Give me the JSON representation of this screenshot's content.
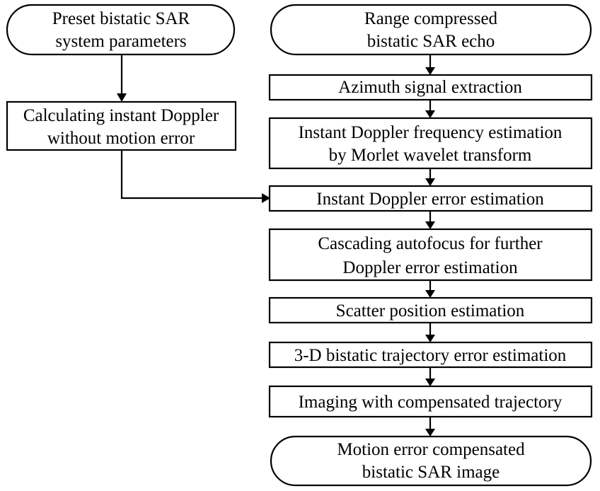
{
  "nodes": [
    {
      "id": "preset",
      "lines": [
        "Preset bistatic SAR",
        "system parameters"
      ]
    },
    {
      "id": "calc-instant",
      "lines": [
        "Calculating instant Doppler",
        "without motion error"
      ]
    },
    {
      "id": "range-echo",
      "lines": [
        "Range compressed",
        "bistatic SAR echo"
      ]
    },
    {
      "id": "azimuth",
      "lines": [
        "Azimuth signal extraction"
      ]
    },
    {
      "id": "morlet",
      "lines": [
        "Instant Doppler frequency estimation",
        "by Morlet wavelet transform"
      ]
    },
    {
      "id": "doppler-error",
      "lines": [
        "Instant Doppler error estimation"
      ]
    },
    {
      "id": "cascading",
      "lines": [
        "Cascading autofocus for further",
        "Doppler error estimation"
      ]
    },
    {
      "id": "scatter",
      "lines": [
        "Scatter position estimation"
      ]
    },
    {
      "id": "trajectory",
      "lines": [
        "3-D bistatic trajectory error estimation"
      ]
    },
    {
      "id": "imaging",
      "lines": [
        "Imaging with compensated trajectory"
      ]
    },
    {
      "id": "output",
      "lines": [
        "Motion error compensated",
        "bistatic SAR image"
      ]
    }
  ],
  "edges": [
    {
      "from": "preset",
      "to": "calc-instant"
    },
    {
      "from": "calc-instant",
      "to": "doppler-error"
    },
    {
      "from": "range-echo",
      "to": "azimuth"
    },
    {
      "from": "azimuth",
      "to": "morlet"
    },
    {
      "from": "morlet",
      "to": "doppler-error"
    },
    {
      "from": "doppler-error",
      "to": "cascading"
    },
    {
      "from": "cascading",
      "to": "scatter"
    },
    {
      "from": "scatter",
      "to": "trajectory"
    },
    {
      "from": "trajectory",
      "to": "imaging"
    },
    {
      "from": "imaging",
      "to": "output"
    }
  ]
}
